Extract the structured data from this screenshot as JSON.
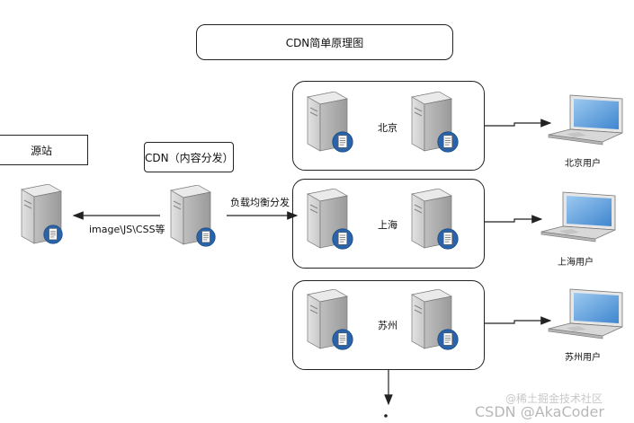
{
  "title": "CDN简单原理图",
  "origin": {
    "label": "源站"
  },
  "cdn": {
    "label": "CDN（内容分发）"
  },
  "edges": {
    "to_origin": "image\\JS\\CSS等",
    "load_balance": "负载均衡分发"
  },
  "regions": [
    {
      "city": "北京",
      "user_label": "北京用户"
    },
    {
      "city": "上海",
      "user_label": "上海用户"
    },
    {
      "city": "苏州",
      "user_label": "苏州用户"
    }
  ],
  "watermark": {
    "line1": "@稀土掘金技术社区",
    "line2": "CSDN @AkaCoder"
  },
  "icons": {
    "server": "server-icon",
    "document": "document-icon",
    "laptop": "laptop-icon"
  },
  "colors": {
    "server_light": "#d9d9d9",
    "server_dark": "#8c8c8c",
    "doc_badge": "#2a63a8",
    "laptop_screen": "#6aa8e0",
    "line": "#222222"
  }
}
